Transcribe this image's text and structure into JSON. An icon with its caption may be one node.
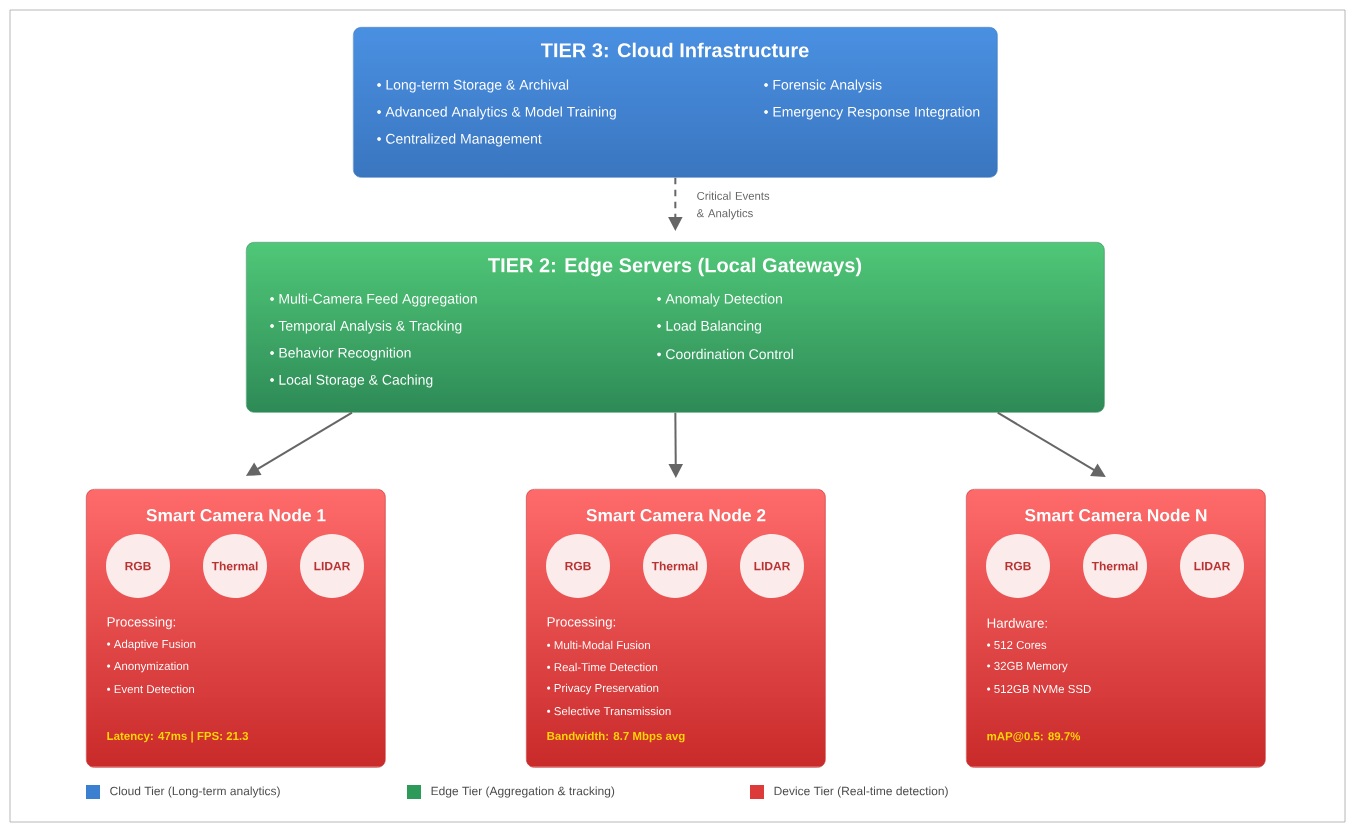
{
  "diagram": {
    "nodes": [
      {
        "text": [
          "TIER 3: Cloud Infrastructure",
          "• Long-term Storage & Archival",
          "• Advanced Analytics & Model Training",
          "• Centralized Management",
          "• Forensic Analysis",
          "• Emergency Response Integration"
        ]
      },
      {
        "text": [
          "TIER 2: Edge Servers (Local Gateways)",
          "• Multi-Camera Feed Aggregation",
          "• Temporal Analysis & Tracking",
          "• Behavior Recognition",
          "• Local Storage & Caching",
          "• Anomaly Detection",
          "• Load Balancing",
          "• Coordination Control"
        ]
      },
      {
        "text": [
          "Smart Camera Node 1",
          "Processing:",
          "• Adaptive Fusion",
          "• Anonymization",
          "• Event Detection",
          "Latency: 47ms | FPS: 21.3"
        ]
      },
      {
        "text": [
          "RGB"
        ],
        "in": 2
      },
      {
        "text": [
          "Thermal"
        ],
        "in": 2
      },
      {
        "text": [
          "LIDAR"
        ],
        "in": 2
      },
      {
        "text": [
          "Smart Camera Node 2",
          "Processing:",
          "• Multi-Modal Fusion",
          "• Real-Time Detection",
          "• Privacy Preservation",
          "• Selective Transmission",
          "Bandwidth: 8.7 Mbps avg"
        ]
      },
      {
        "text": [
          "RGB"
        ],
        "in": 6
      },
      {
        "text": [
          "Thermal"
        ],
        "in": 6
      },
      {
        "text": [
          "LIDAR"
        ],
        "in": 6
      },
      {
        "text": [
          "Smart Camera Node N",
          "Hardware:",
          "• 512 Cores",
          "• 32GB Memory",
          "• 512GB NVMe SSD",
          "mAP@0.5: 89.7%"
        ]
      },
      {
        "text": [
          "RGB"
        ],
        "in": 10
      },
      {
        "text": [
          "Thermal"
        ],
        "in": 10
      },
      {
        "text": [
          "LIDAR"
        ],
        "in": 10
      }
    ],
    "edges": [
      {
        "from": 0,
        "to": 1,
        "arrow": "to",
        "style": "dashed",
        "label": "Critical Events & Analytics"
      },
      {
        "from": 1,
        "to": 2,
        "arrow": "to"
      },
      {
        "from": 1,
        "to": 6,
        "arrow": "to"
      },
      {
        "from": 1,
        "to": 10,
        "arrow": "to"
      }
    ],
    "legend": [
      {
        "text": "Cloud Tier (Long-term analytics)",
        "color": "#3b7fd0"
      },
      {
        "text": "Edge Tier (Aggregation & tracking)",
        "color": "#2e9a5a"
      },
      {
        "text": "Device Tier (Real-time detection)",
        "color": "#dd3a3a"
      }
    ]
  }
}
